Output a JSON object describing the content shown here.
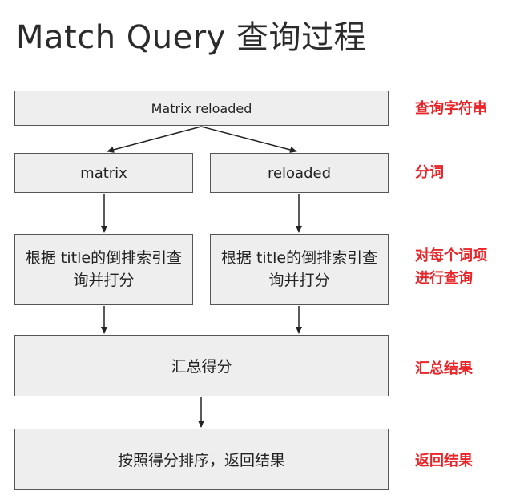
{
  "title": "Match Query 查询过程",
  "steps": {
    "query_string": "Matrix reloaded",
    "term1": "matrix",
    "term2": "reloaded",
    "score1": "根据 title的倒排索引查询并打分",
    "score2": "根据 title的倒排索引查询并打分",
    "sum": "汇总得分",
    "sort": "按照得分排序，返回结果"
  },
  "annotations": {
    "query_string": "查询字符串",
    "tokenize_label": "分词",
    "per_term_line1": "对每个词项",
    "per_term_line2": "进行查询",
    "sum_results": "汇总结果",
    "return_results": "返回结果"
  },
  "colors": {
    "annotation": "#e8262a",
    "box_fill": "#eeeeee",
    "box_border": "#555555"
  }
}
